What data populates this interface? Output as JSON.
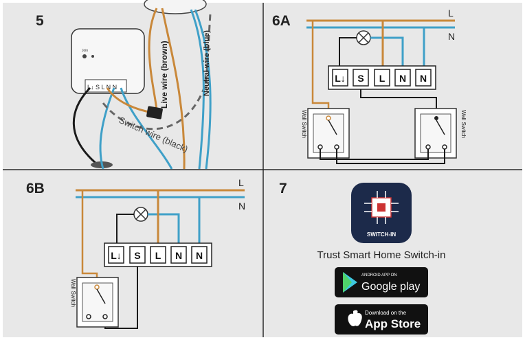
{
  "colors": {
    "panel_bg": "#e8e8e8",
    "live": "#c9883a",
    "neutral": "#3fa0c8",
    "switch_wire": "#1a1a1a",
    "divider": "#222222"
  },
  "panels": {
    "p5": {
      "number": "5"
    },
    "p6a": {
      "number": "6A"
    },
    "p6b": {
      "number": "6B"
    },
    "p7": {
      "number": "7"
    }
  },
  "panel5": {
    "join_label": "Join",
    "terminal_strip": "L↓ S L N N",
    "live_wire_label": "Live wire (brown)",
    "neutral_wire_label": "Neutral wire (blue)",
    "switch_wire_label": "Switch wire (black)"
  },
  "bus": {
    "live_label": "L",
    "neutral_label": "N"
  },
  "terminals": [
    "L↓",
    "S",
    "L",
    "N",
    "N"
  ],
  "wall_switch_label": "Wall Switch",
  "panel7": {
    "app_icon_label": "SWITCH-IN",
    "app_name": "Trust Smart Home Switch-in",
    "google_play": {
      "small": "ANDROID APP ON",
      "large": "Google play"
    },
    "app_store": {
      "small": "Download on the",
      "large": "App Store"
    }
  }
}
